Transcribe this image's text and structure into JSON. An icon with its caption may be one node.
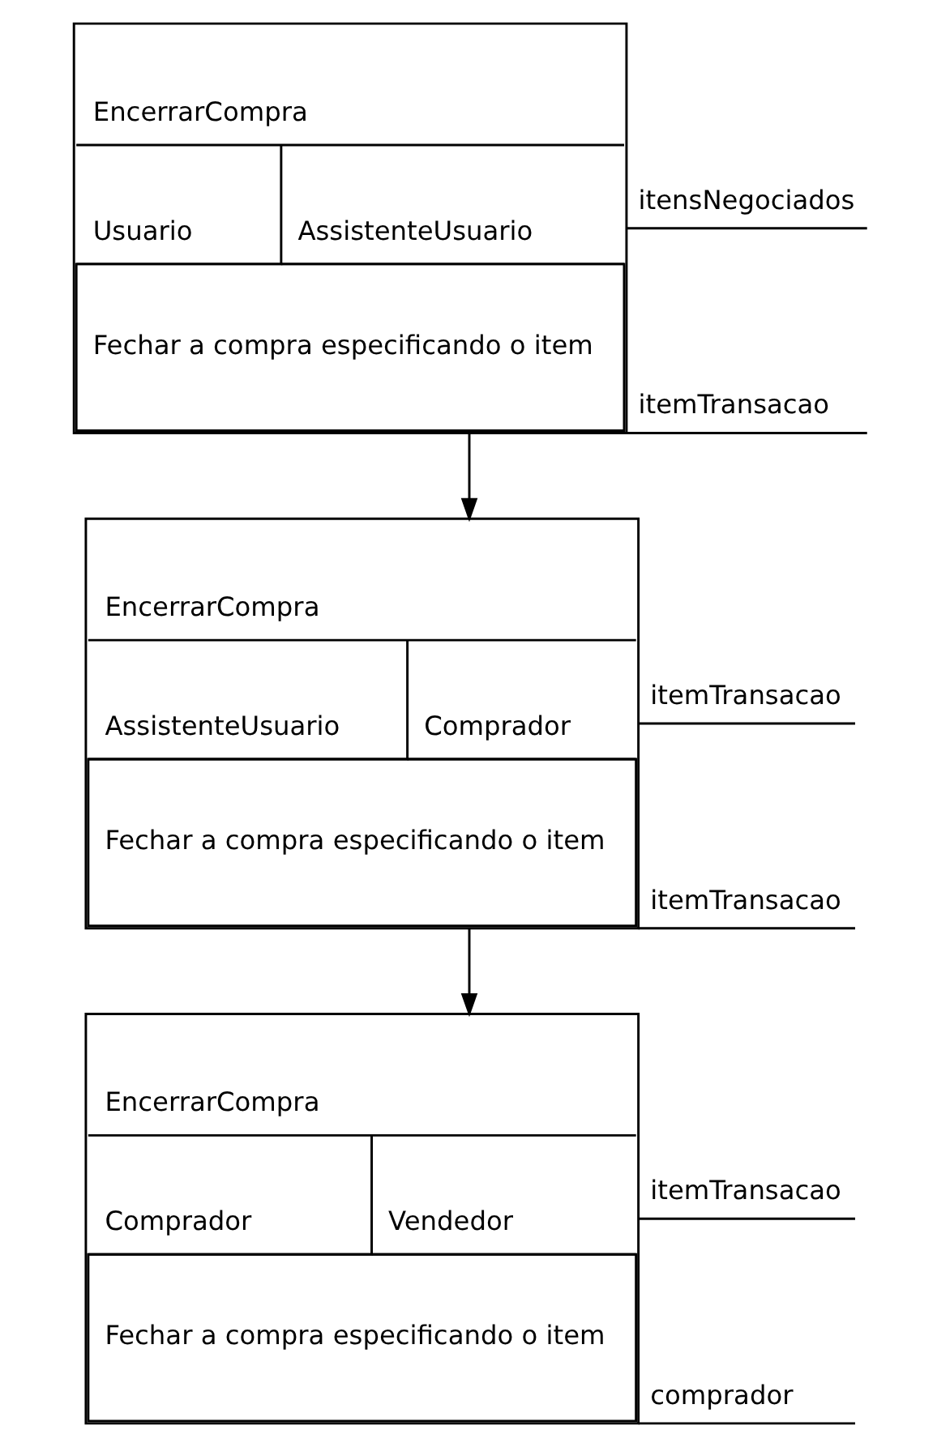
{
  "diagram": {
    "nodes": [
      {
        "text": [
          "EncerrarCompra",
          "Usuario",
          "AssistenteUsuario",
          "Fechar a compra especificando o item"
        ],
        "beside": [
          "itensNegociados",
          "itemTransacao"
        ]
      },
      {
        "text": [
          "EncerrarCompra",
          "AssistenteUsuario",
          "Comprador",
          "Fechar a compra especificando o item"
        ],
        "beside": [
          "itemTransacao",
          "itemTransacao"
        ]
      },
      {
        "text": [
          "EncerrarCompra",
          "Comprador",
          "Vendedor",
          "Fechar a compra especificando o item"
        ],
        "beside": [
          "itemTransacao",
          "comprador"
        ]
      }
    ],
    "edges": [
      {
        "from": 0,
        "to": 1,
        "arrow": "to"
      },
      {
        "from": 1,
        "to": 2,
        "arrow": "to"
      }
    ]
  }
}
